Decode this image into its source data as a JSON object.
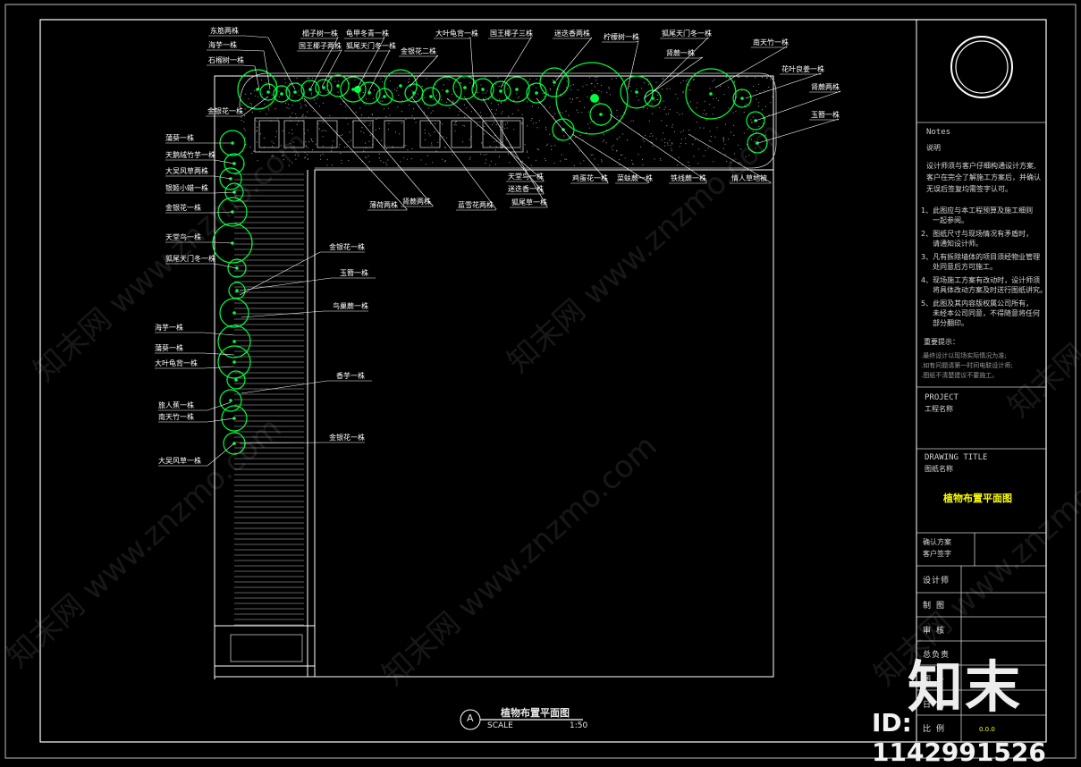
{
  "drawing": {
    "title": "植物布置平面图",
    "marker": "A",
    "scale_label": "SCALE",
    "scale_value": "1:50"
  },
  "title_block": {
    "notes_heading": "Notes",
    "notes_title": "说明",
    "notes_intro": [
      "设计师须与客户仔细构通设计方案,",
      "客户在完全了解施工方案后，并确认",
      "无误后签复均需签字认可。"
    ],
    "notes_items": [
      [
        "1、此图应与本工程预算及施工细则",
        "一起参阅。"
      ],
      [
        "2、图纸尺寸与现场情况有矛盾时，",
        "请通知设计师。"
      ],
      [
        "3、凡有拆除墙体的项目须经物业管理",
        "处同意后方可施工。"
      ],
      [
        "4、现场施工方案有改动时，设计师须",
        "将具体改动方案及时送行图纸讲究。"
      ],
      [
        "5、此图及其内容版权属公司所有，",
        "未经本公司同意，不得随意将任何",
        "部分翻印。"
      ]
    ],
    "tips_heading": "重要提示：",
    "tips": [
      ".最终设计以现场实际情况为准;",
      ".如有问题请第一时间电联设计师;",
      ".图纸不清楚建议不要施工。"
    ],
    "project_label": "PROJECT",
    "project_cn": "工程名称",
    "drawing_title_label": "DRAWING  TITLE",
    "drawing_title_cn": "图纸名称",
    "drawing_name": "植物布置平面图",
    "confirm_label_1": "确认方案",
    "confirm_label_2": "客户签字",
    "designer": "设计师",
    "drafter": "制图",
    "reviewer": "审核",
    "chief": "总负责",
    "number": "图号",
    "date": "日期",
    "scale": "比例",
    "faint_value": "0.0.0"
  },
  "watermark": {
    "text": "知末网 www.znzmo.com",
    "brand": "知末",
    "id": "ID: 1142991526"
  },
  "top_labels": [
    "东筋两株",
    "海芋一株",
    "石榴树一株",
    "金银花一株",
    "榻子树一株",
    "国王椰子两株",
    "龟甲冬青一株",
    "狐尾天门冬一株",
    "金银花二株",
    "大叶龟背一株",
    "国王椰子三株",
    "迷迭香两株",
    "柠檬树一株",
    "狐尾天门冬一株",
    "肾蕨一株",
    "南天竹一株",
    "花叶良姜一株",
    "肾蕨两株",
    "玉簪一株",
    "薄荷两株",
    "肾蕨两株",
    "蓝雪花两株",
    "天堂鸟一株",
    "迷迭香一株",
    "狐尾草一株",
    "鸡蛋花一株",
    "菜蚨蕨一株",
    "铁线蕨一株",
    "情人草地被"
  ],
  "left_labels": [
    "蒲葵一株",
    "天鹅绒竹芋一株",
    "大吴风草两株",
    "银姬小蜡一株",
    "金银花一株",
    "天堂鸟一株",
    "狐尾天门冬一株",
    "海芋一株",
    "蒲葵一株",
    "大叶龟背一株",
    "旅人蕉一株",
    "南天竹一株",
    "大吴风草一株"
  ],
  "right_labels": [
    "金银花一株",
    "玉簪一株",
    "鸟巢蕨一株",
    "香芋一株",
    "金银花一株"
  ],
  "colors": {
    "plant": "#00ff3c",
    "leader": "#ffffff",
    "frame": "#ffffff",
    "accent": "#ffff00"
  }
}
